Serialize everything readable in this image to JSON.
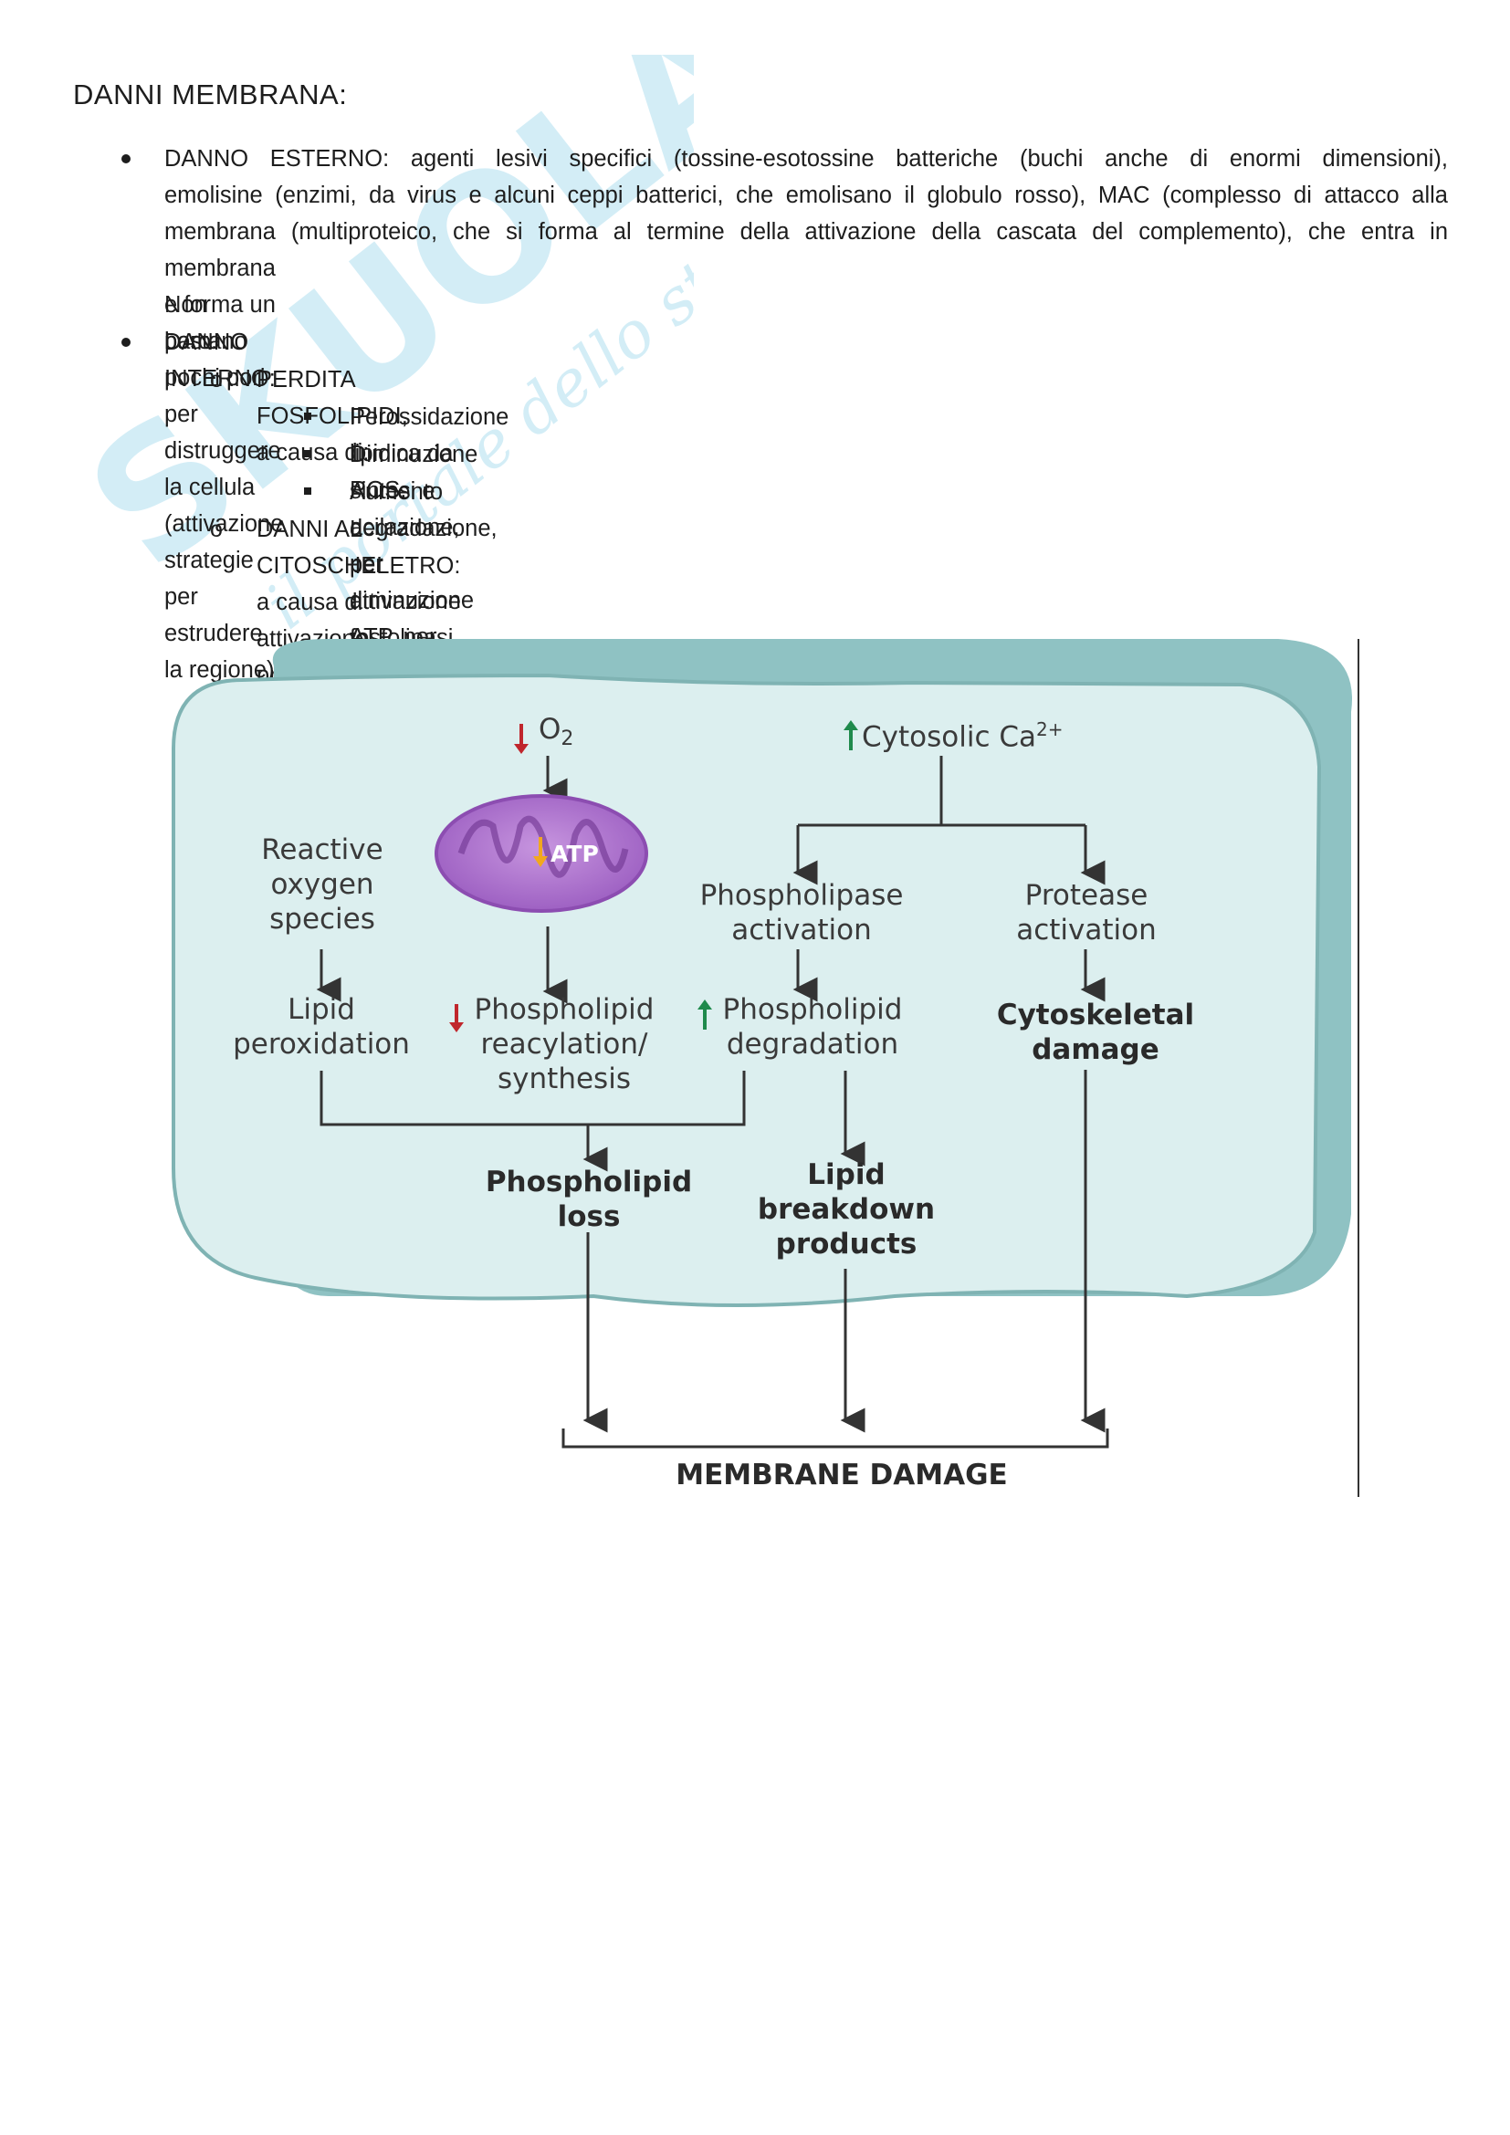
{
  "document": {
    "title": "DANNI MEMBRANA:",
    "external": {
      "lines": [
        "DANNO ESTERNO: agenti lesivi specifici (tossine-esotossine batteriche (buchi anche di enormi dimensioni),",
        "emolisine (enzimi, da virus e alcuni ceppi batterici, che emolisano il globulo rosso), MAC (complesso di attacco alla",
        "membrana (multiproteico, che si forma al termine della attivazione della cascata del complemento), che entra in",
        "membrana e forma un poro."
      ],
      "note": "Non bastano pochi pori per distruggere la cellula (attivazione strategie per estrudere la regione)."
    },
    "internal": {
      "label": "DANNO INTERNO:",
      "phospholipid_loss": {
        "label": "PERDITA FOSFOLIPIDI, a causa di:",
        "causes": [
          "Perossidazione lipidica da ROS.",
          "Diminuzione sintesi e acilazione, per diminuzione ATP, per disfunzione mitocondriale.",
          "Aumento degradazione, per attivazione fosfolipasi, per aumento calcio citosolico."
        ]
      },
      "cytoskeleton": "DANNI AL CITOSCHELETRO: a causa di attivazione proteasi, per aumento calcio citosolico."
    }
  },
  "diagram": {
    "o2_label": "O",
    "o2_sub": "2",
    "calcium_label": "Cytosolic Ca",
    "calcium_sup": "2+",
    "atp_label": "ATP",
    "ros": [
      "Reactive",
      "oxygen",
      "species"
    ],
    "lipid_peroxidation": [
      "Lipid",
      "peroxidation"
    ],
    "reacylation": [
      "Phospholipid",
      "reacylation/",
      "synthesis"
    ],
    "phospholipase": [
      "Phospholipase",
      "activation"
    ],
    "protease": [
      "Protease",
      "activation"
    ],
    "degradation": [
      "Phospholipid",
      "degradation"
    ],
    "cytoskeletal": [
      "Cytoskeletal",
      "damage"
    ],
    "phospholipid_loss": [
      "Phospholipid",
      "loss"
    ],
    "breakdown": [
      "Lipid",
      "breakdown",
      "products"
    ],
    "membrane_damage": "MEMBRANE DAMAGE",
    "colors": {
      "cell_fill": "#dcefef",
      "cell_border": "#7fb3b3",
      "membrane_outer": "#8fc2c3",
      "arrow_down_red": "#c0262c",
      "arrow_up_green": "#1f8a4c",
      "atp_arrow": "#f2a81d",
      "mito_outer": "#b27ad1",
      "mito_inner": "#7d3f9e"
    }
  },
  "watermark": {
    "brand": "SKUOLA",
    "tagline": "il portale dello studente"
  }
}
